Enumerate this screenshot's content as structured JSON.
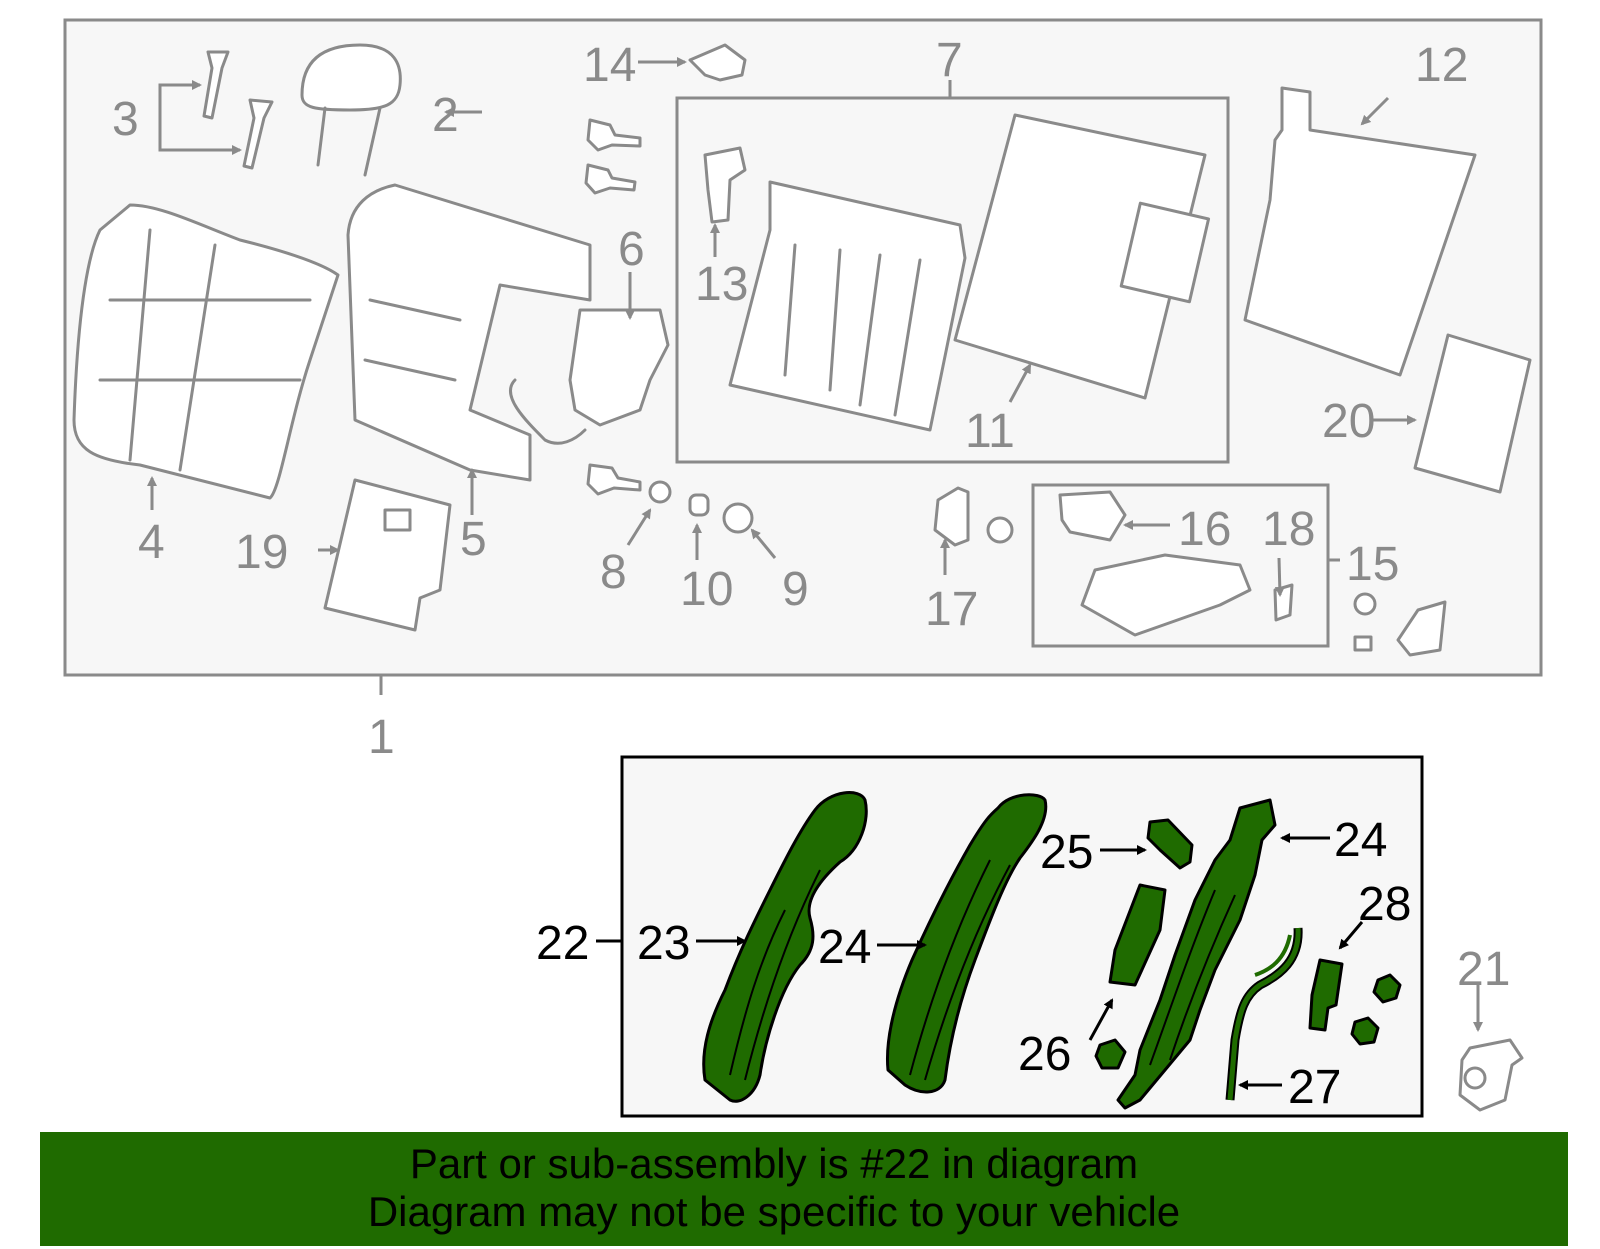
{
  "callouts": {
    "c1": "1",
    "c2": "2",
    "c3": "3",
    "c4": "4",
    "c5": "5",
    "c6": "6",
    "c7": "7",
    "c8": "8",
    "c9": "9",
    "c10": "10",
    "c11": "11",
    "c12": "12",
    "c13": "13",
    "c14": "14",
    "c15": "15",
    "c16": "16",
    "c17": "17",
    "c18": "18",
    "c19": "19",
    "c20": "20",
    "c21": "21",
    "c22": "22",
    "c23": "23",
    "c24a": "24",
    "c24b": "24",
    "c25": "25",
    "c26": "26",
    "c27": "27",
    "c28": "28"
  },
  "colors": {
    "highlight": "#1f6b00",
    "grey_linework": "#8a8a8a",
    "panel_bg": "#f7f7f7"
  },
  "footer": {
    "line1": "Part or sub-assembly is #22 in diagram",
    "line2": "Diagram may not be specific to your vehicle"
  }
}
